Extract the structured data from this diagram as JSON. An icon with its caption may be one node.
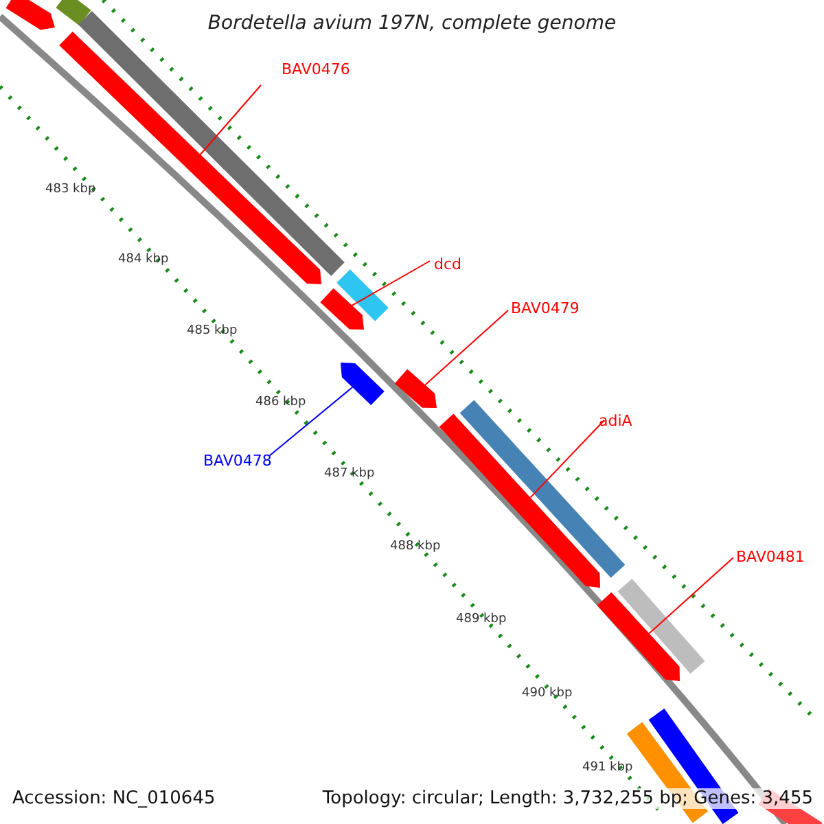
{
  "diagram": {
    "title": "Bordetella avium 197N, complete genome",
    "nodes": [
      {
        "text": [
          "BAV0476"
        ]
      },
      {
        "text": [
          "dcd"
        ]
      },
      {
        "text": [
          "BAV0479"
        ]
      },
      {
        "text": [
          "BAV0478"
        ]
      },
      {
        "text": [
          "adiA"
        ]
      },
      {
        "text": [
          "BAV0481"
        ]
      },
      {
        "text": [],
        "shape": "bar"
      },
      {
        "text": [],
        "shape": "bar"
      },
      {
        "text": [],
        "shape": "bar"
      },
      {
        "text": [],
        "shape": "bar"
      },
      {
        "text": [],
        "shape": "bar"
      },
      {
        "text": [],
        "shape": "bar"
      },
      {
        "text": [],
        "shape": "bar"
      },
      {
        "text": [],
        "shape": "bar"
      },
      {
        "text": [],
        "shape": "bar"
      },
      {
        "text": [],
        "shape": "bar"
      },
      {
        "text": [],
        "shape": "bar"
      },
      {
        "text": [],
        "shape": "bar"
      },
      {
        "text": [],
        "shape": "bar"
      },
      {
        "text": [],
        "shape": "bar"
      },
      {
        "text": [],
        "shape": "bar"
      }
    ],
    "edges": [
      {
        "from": 0,
        "to": 6,
        "arrow": "none"
      },
      {
        "from": 1,
        "to": 7,
        "arrow": "none"
      },
      {
        "from": 2,
        "to": 8,
        "arrow": "none"
      },
      {
        "from": 3,
        "to": 9,
        "arrow": "none",
        "color": "#0000ff"
      },
      {
        "from": 4,
        "to": 10,
        "arrow": "none"
      },
      {
        "from": 5,
        "to": 11,
        "arrow": "none"
      }
    ],
    "labels": [
      "483 kbp",
      "484 kbp",
      "485 kbp",
      "486 kbp",
      "487 kbp",
      "488 kbp",
      "489 kbp",
      "490 kbp",
      "491 kbp",
      "Accession: NC_010645",
      "Topology: circular; Length: 3,732,255 bp; Genes: 3,455"
    ]
  }
}
